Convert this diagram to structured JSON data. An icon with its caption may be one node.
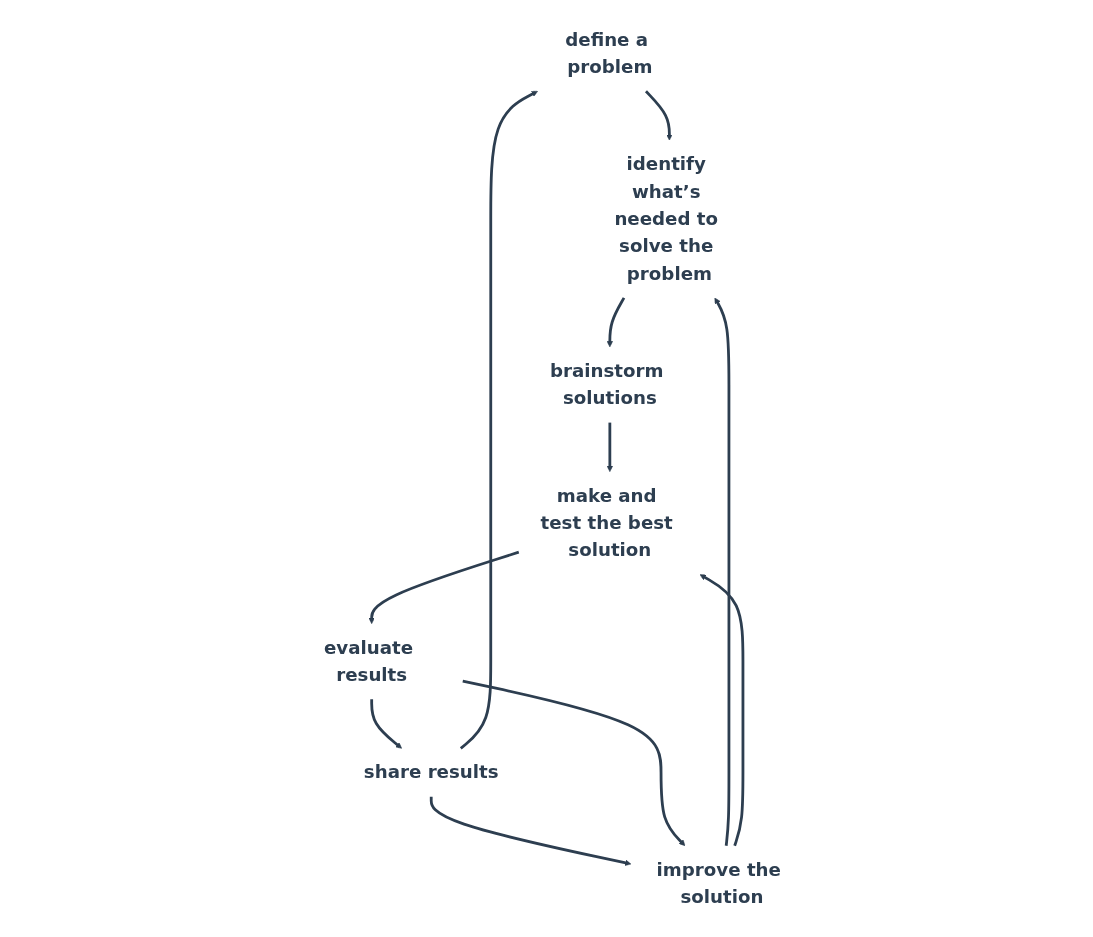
{
  "diagram": {
    "nodes": [
      {
        "text": [
          "define a problem"
        ]
      },
      {
        "text": [
          "identify what’s needed to solve the problem"
        ]
      },
      {
        "text": [
          "brainstorm solutions"
        ]
      },
      {
        "text": [
          "make and test the best solution"
        ]
      },
      {
        "text": [
          "evaluate results"
        ]
      },
      {
        "text": [
          "share results"
        ]
      },
      {
        "text": [
          "improve the solution"
        ]
      }
    ],
    "edges": [
      {
        "from": 0,
        "to": 1,
        "arrow": "to"
      },
      {
        "from": 1,
        "to": 2,
        "arrow": "to"
      },
      {
        "from": 2,
        "to": 3,
        "arrow": "to"
      },
      {
        "from": 3,
        "to": 4,
        "arrow": "to"
      },
      {
        "from": 4,
        "to": 5,
        "arrow": "to"
      },
      {
        "from": 5,
        "to": 0,
        "arrow": "to"
      },
      {
        "from": 5,
        "to": 6,
        "arrow": "to"
      },
      {
        "from": 6,
        "to": 1,
        "arrow": "to"
      },
      {
        "from": 6,
        "to": 3,
        "arrow": "to"
      },
      {
        "from": 4,
        "to": 6,
        "arrow": "to"
      }
    ]
  }
}
